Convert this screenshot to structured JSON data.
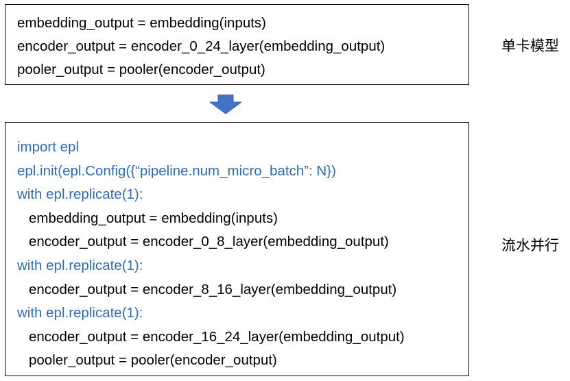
{
  "single_card": {
    "label": "单卡模型",
    "code": [
      {
        "text": "embedding_output = embedding(inputs)",
        "color": "#000000"
      },
      {
        "text": "encoder_output = encoder_0_24_layer(embedding_output)",
        "color": "#000000"
      },
      {
        "text": "pooler_output = pooler(encoder_output)",
        "color": "#000000"
      }
    ]
  },
  "pipeline": {
    "label": "流水并行",
    "code": [
      {
        "text": "import epl",
        "color": "#2e6db4"
      },
      {
        "text": "epl.init(epl.Config({“pipeline.num_micro_batch”: N})",
        "color": "#2e6db4"
      },
      {
        "text": "with epl.replicate(1):",
        "color": "#2e6db4"
      },
      {
        "text": "embedding_output = embedding(inputs)",
        "color": "#000000"
      },
      {
        "text": "encoder_output = encoder_0_8_layer(embedding_output)",
        "color": "#000000"
      },
      {
        "text": "with epl.replicate(1):",
        "color": "#2e6db4"
      },
      {
        "text": "encoder_output = encoder_8_16_layer(embedding_output)",
        "color": "#000000"
      },
      {
        "text": "with epl.replicate(1):",
        "color": "#2e6db4"
      },
      {
        "text": "encoder_output = encoder_16_24_layer(embedding_output)",
        "color": "#000000"
      },
      {
        "text": "pooler_output = pooler(encoder_output)",
        "color": "#000000"
      }
    ]
  },
  "arrow": {
    "icon": "down-arrow-icon",
    "color": "#4472c4"
  }
}
